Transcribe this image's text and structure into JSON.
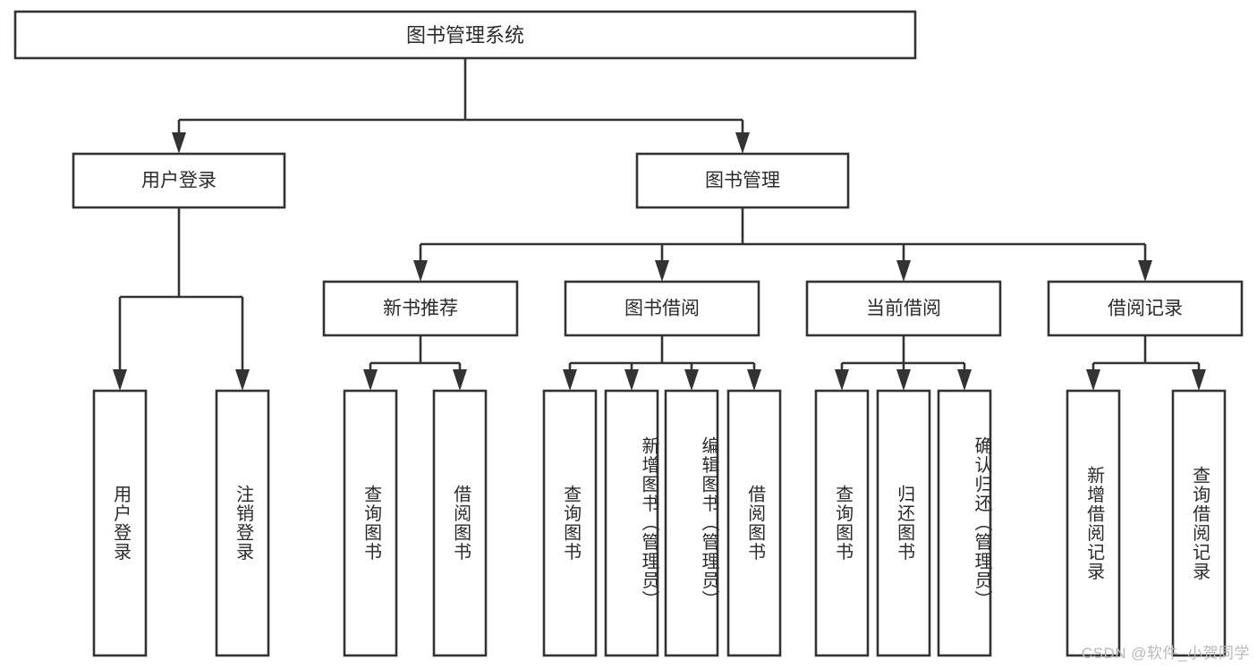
{
  "diagram": {
    "title": "图书管理系统",
    "type": "tree",
    "watermark": "CSDN @软件_小贺同学",
    "colors": {
      "background": "#ffffff",
      "box_fill": "#ffffff",
      "stroke": "#333333",
      "text": "#2b2b2b",
      "watermark": "#b9b9b9"
    },
    "root": {
      "label": "图书管理系统"
    },
    "level2": [
      {
        "label": "用户登录"
      },
      {
        "label": "图书管理"
      }
    ],
    "level3": [
      {
        "label": "新书推荐"
      },
      {
        "label": "图书借阅"
      },
      {
        "label": "当前借阅"
      },
      {
        "label": "借阅记录"
      }
    ],
    "leaves": {
      "user_login": [
        {
          "label": "用户登录"
        },
        {
          "label": "注销登录"
        }
      ],
      "new_book_recommend": [
        {
          "label": "查询图书"
        },
        {
          "label": "借阅图书"
        }
      ],
      "book_borrow": [
        {
          "label": "查询图书"
        },
        {
          "label": "新增图书（管理员）"
        },
        {
          "label": "编辑图书（管理员）"
        },
        {
          "label": "借阅图书"
        }
      ],
      "current_borrow": [
        {
          "label": "查询图书"
        },
        {
          "label": "归还图书"
        },
        {
          "label": "确认归还（管理员）"
        }
      ],
      "borrow_record": [
        {
          "label": "新增借阅记录"
        },
        {
          "label": "查询借阅记录"
        }
      ]
    }
  }
}
